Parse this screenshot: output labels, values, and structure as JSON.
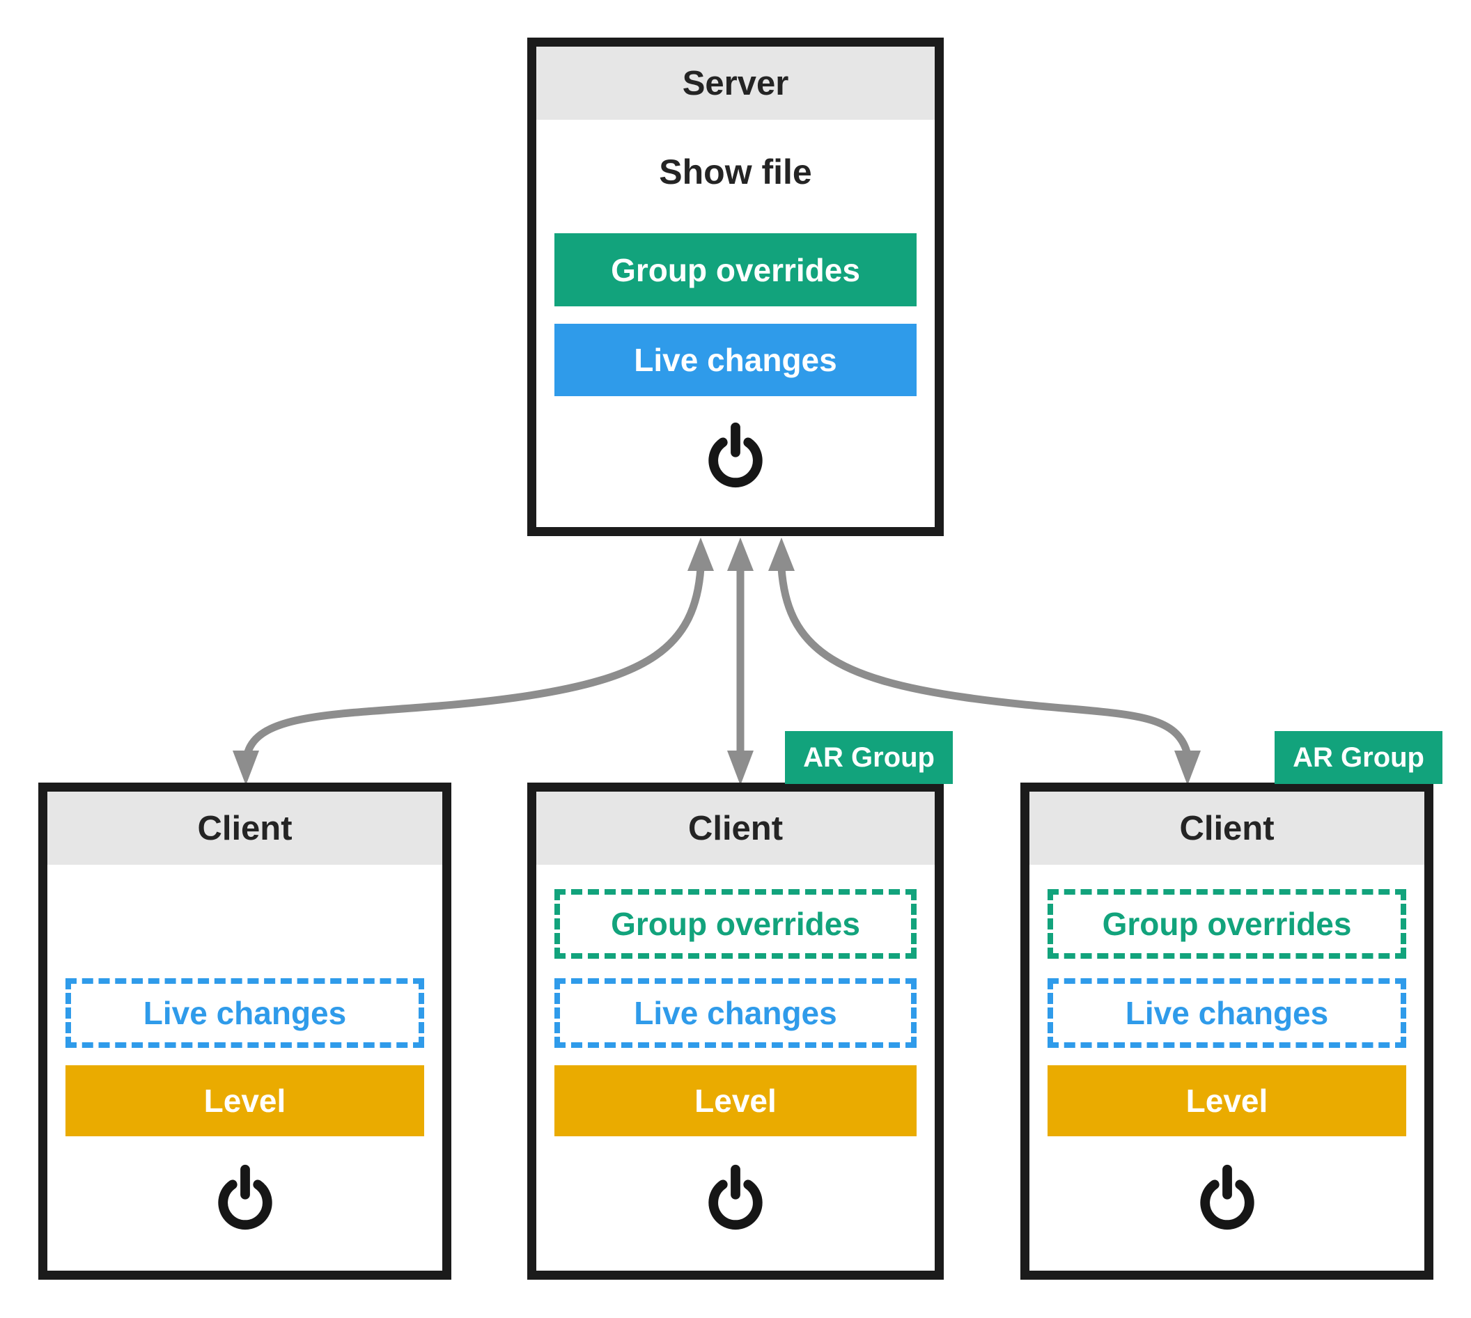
{
  "colors": {
    "green": "#12a37c",
    "blue": "#2f9bea",
    "orange": "#eaab00",
    "header": "#e6e6e6",
    "border": "#1b1b1b",
    "arrow": "#8d8d8d"
  },
  "icons": {
    "power": "power-icon",
    "arrow": "up-down-arrow"
  },
  "server": {
    "title": "Server",
    "file_label": "Show file",
    "group_button": "Group overrides",
    "live_button": "Live changes"
  },
  "clients": [
    {
      "title": "Client",
      "live_slot": "Live changes",
      "level": "Level"
    },
    {
      "title": "Client",
      "badge": "AR Group",
      "group_slot": "Group overrides",
      "live_slot": "Live changes",
      "level": "Level"
    },
    {
      "title": "Client",
      "badge": "AR Group",
      "group_slot": "Group overrides",
      "live_slot": "Live changes",
      "level": "Level"
    }
  ]
}
